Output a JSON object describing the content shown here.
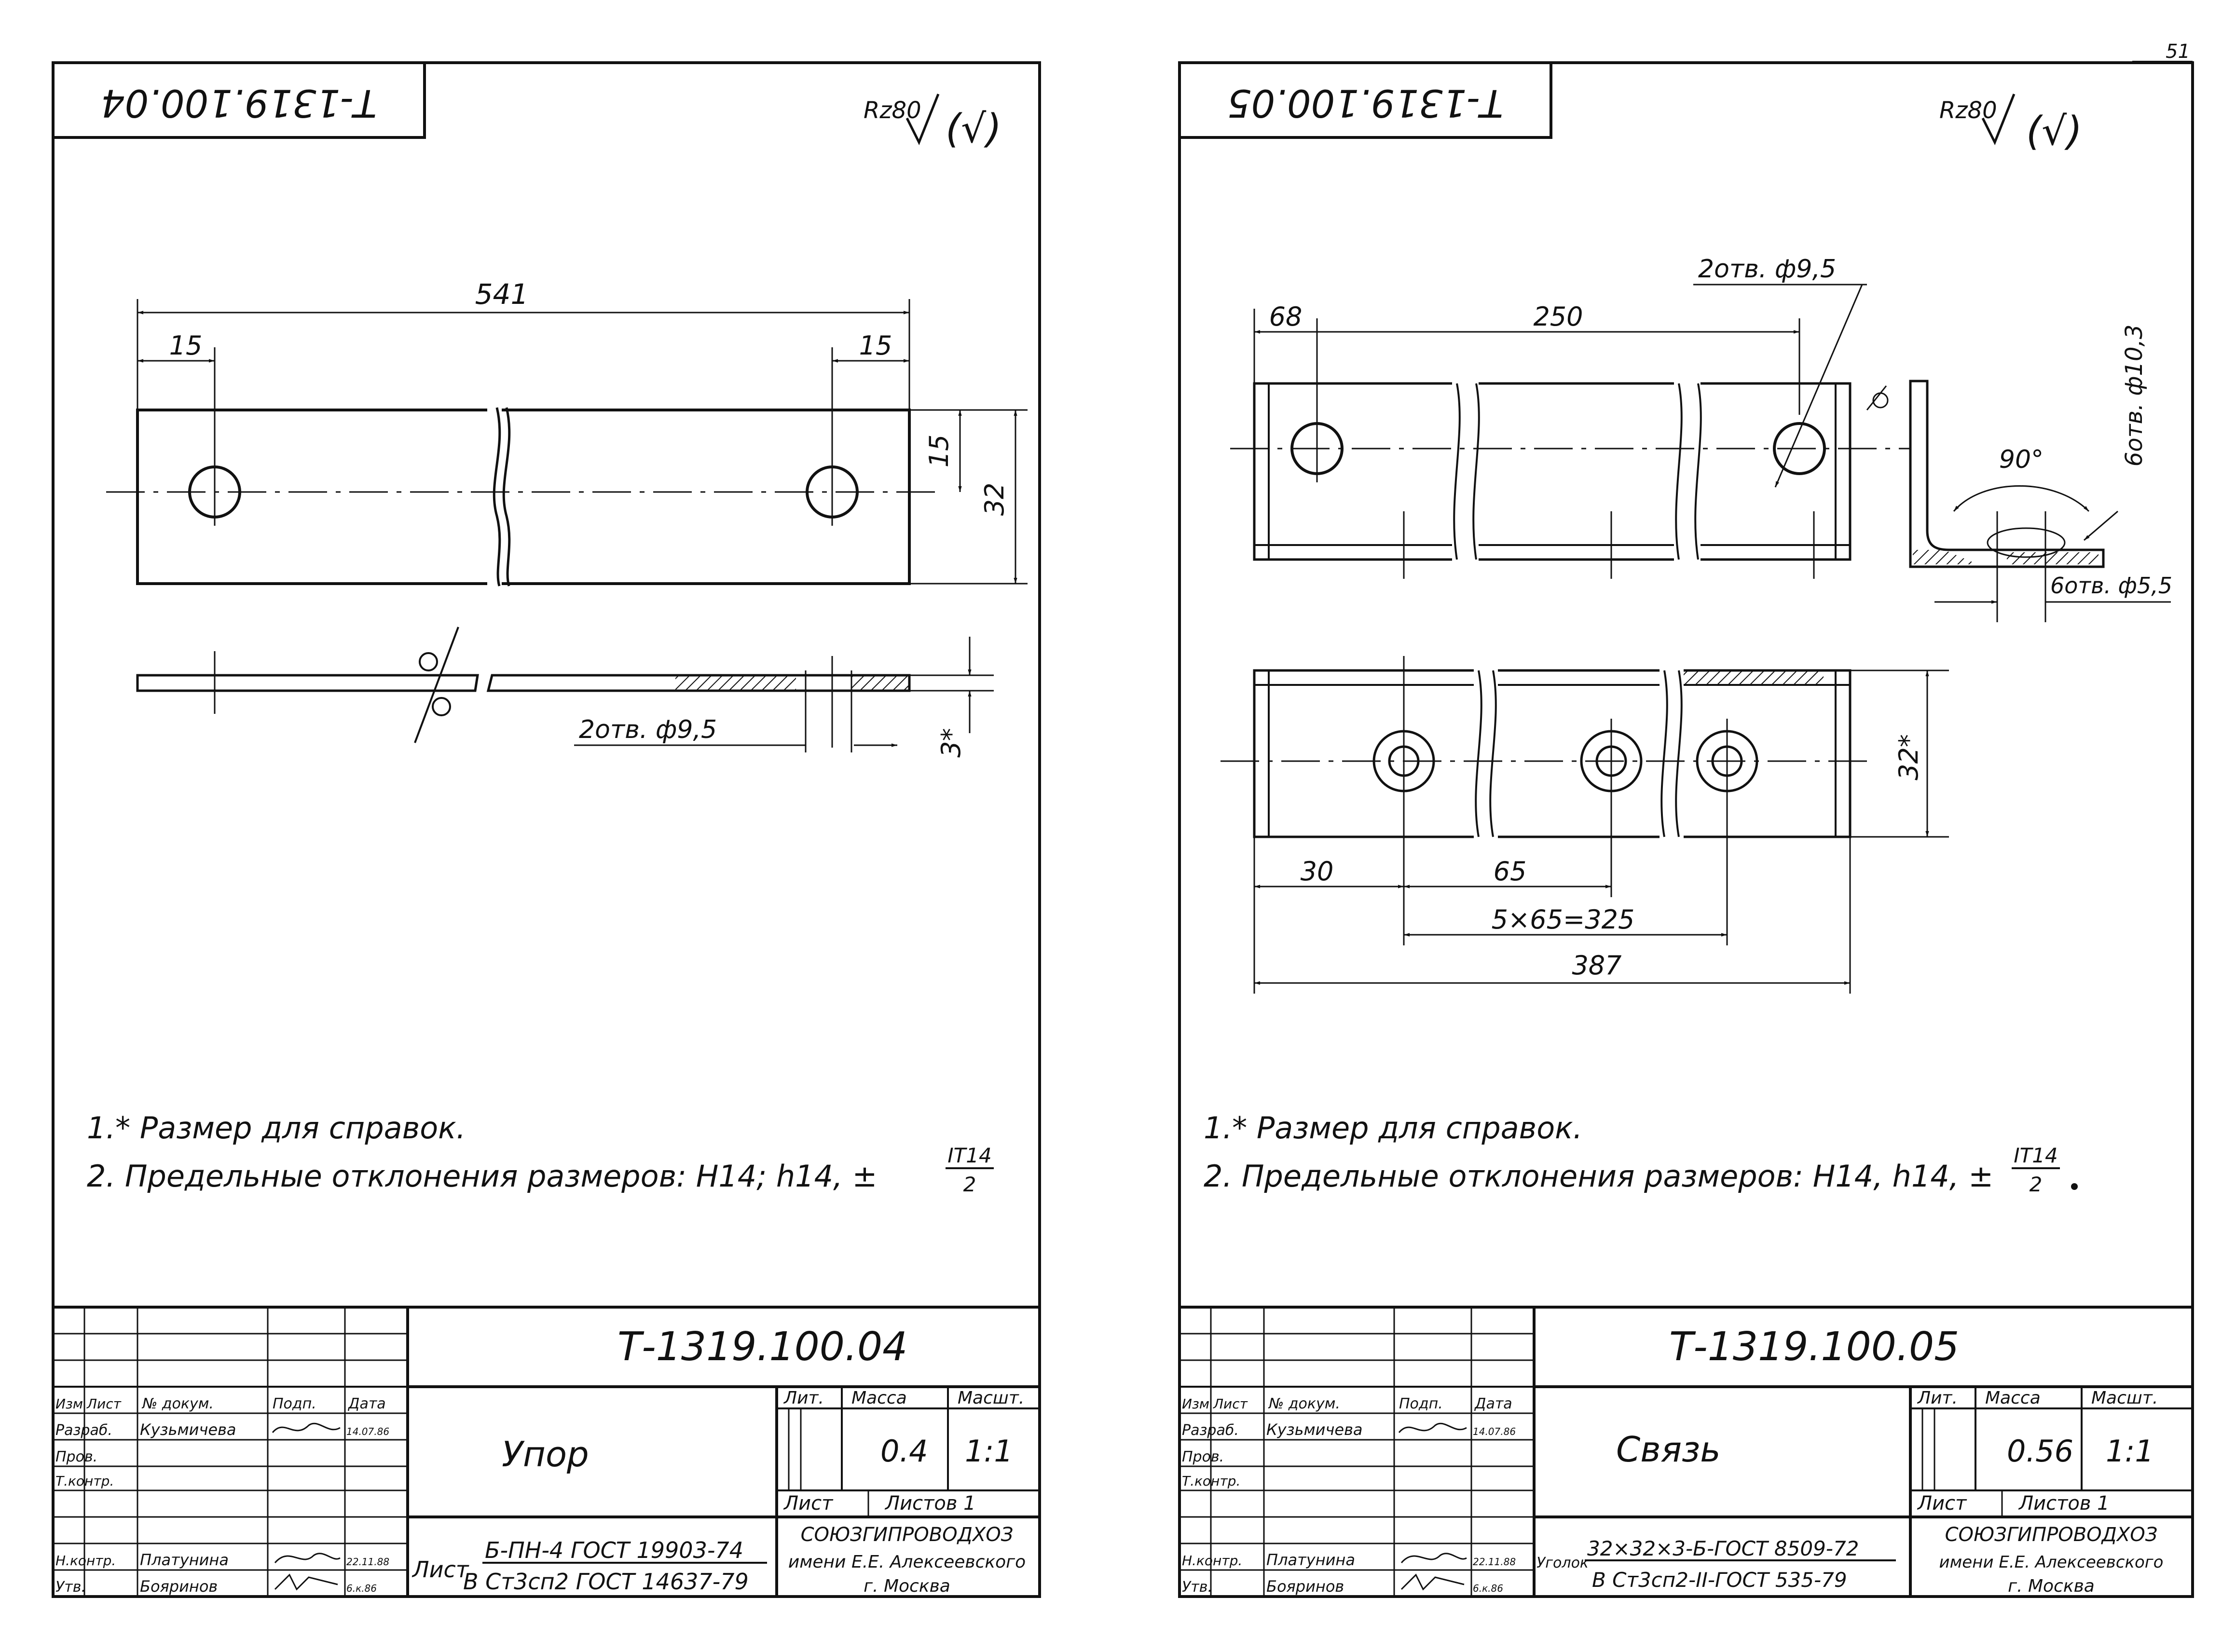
{
  "page_number": "51",
  "left": {
    "stamp": "Т-1319.100.04",
    "roughness": {
      "label": "Rz80",
      "mark": "(√)"
    },
    "dims": {
      "total": "541",
      "edge_left": "15",
      "edge_right": "15",
      "hole_center": "15",
      "width": "32",
      "thickness": "3*",
      "holes": "2отв. ф9,5"
    },
    "notes": [
      "1.* Размер для справок.",
      "2. Предельные отклонения размеров: H14; h14, ±",
      "IT14",
      "2"
    ],
    "title_block": {
      "doc_number": "Т-1319.100.04",
      "name": "Упор",
      "headers": [
        "Изм",
        "Лист",
        "№ докум.",
        "Подп.",
        "Дата"
      ],
      "roles": [
        "Разраб.",
        "Пров.",
        "Т.контр.",
        "Н.контр.",
        "Утв."
      ],
      "people": [
        "Кузьмичева",
        "",
        "",
        "Платунина",
        "Бояринов"
      ],
      "dates": [
        "14.07.86",
        "",
        "",
        "22.11.88",
        "6.к.86"
      ],
      "lit_label": "Лит.",
      "mass_label": "Масса",
      "scale_label": "Масшт.",
      "mass": "0.4",
      "scale": "1:1",
      "sheet_label": "Лист",
      "sheets_label": "Листов 1",
      "material_prefix": "Лист",
      "material_1": "Б-ПН-4 ГОСТ 19903-74",
      "material_2": "В Ст3сп2 ГОСТ 14637-79",
      "org_1": "СОЮЗГИПРОВОДХОЗ",
      "org_2": "имени Е.Е. Алексеевского",
      "org_3": "г. Москва"
    }
  },
  "right": {
    "stamp": "Т-1319.100.05",
    "roughness": {
      "label": "Rz80",
      "mark": "(√)"
    },
    "dims": {
      "d68": "68",
      "d250": "250",
      "holes_top": "2отв. ф9,5",
      "holes_side": "6отв. ф10,3",
      "angle": "90°",
      "holes_bottom": "6отв. ф5,5",
      "d32": "32*",
      "d30": "30",
      "d65": "65",
      "d325": "5×65=325",
      "d387": "387"
    },
    "notes": [
      "1.* Размер для справок.",
      "2. Предельные отклонения размеров: H14, h14, ±",
      "IT14",
      "2"
    ],
    "title_block": {
      "doc_number": "Т-1319.100.05",
      "name": "Связь",
      "headers": [
        "Изм",
        "Лист",
        "№ докум.",
        "Подп.",
        "Дата"
      ],
      "roles": [
        "Разраб.",
        "Пров.",
        "Т.контр.",
        "Н.контр.",
        "Утв."
      ],
      "people": [
        "Кузьмичева",
        "",
        "",
        "Платунина",
        "Бояринов"
      ],
      "dates": [
        "14.07.86",
        "",
        "",
        "22.11.88",
        "6.к.86"
      ],
      "lit_label": "Лит.",
      "mass_label": "Масса",
      "scale_label": "Масшт.",
      "mass": "0.56",
      "scale": "1:1",
      "sheet_label": "Лист",
      "sheets_label": "Листов 1",
      "material_prefix": "Уголок",
      "material_1": "32×32×3-Б-ГОСТ 8509-72",
      "material_2": "В Ст3сп2-II-ГОСТ 535-79",
      "org_1": "СОЮЗГИПРОВОДХОЗ",
      "org_2": "имени Е.Е. Алексеевского",
      "org_3": "г. Москва"
    }
  }
}
